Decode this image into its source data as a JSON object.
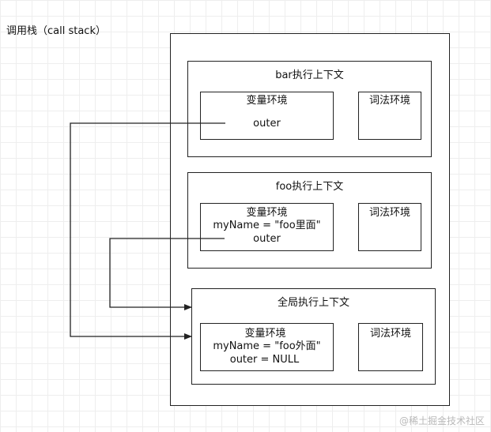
{
  "title": "调用栈（call stack）",
  "stack": {
    "bar_ctx": {
      "header": "bar执行上下文",
      "variable_env": {
        "title": "变量环境",
        "lines": [
          "outer"
        ]
      },
      "lexical_env": {
        "title": "词法环境"
      }
    },
    "foo_ctx": {
      "header": "foo执行上下文",
      "variable_env": {
        "title": "变量环境",
        "lines": [
          "myName = \"foo里面\"",
          "outer"
        ]
      },
      "lexical_env": {
        "title": "词法环境"
      }
    },
    "global_ctx": {
      "header": "全局执行上下文",
      "variable_env": {
        "title": "变量环境",
        "lines": [
          "myName = \"foo外面\"",
          "outer = NULL"
        ]
      },
      "lexical_env": {
        "title": "词法环境"
      }
    }
  },
  "watermark": "@稀土掘金技术社区",
  "colors": {
    "stroke": "#222222",
    "grid": "#eeeeee",
    "watermark": "#b9b9b9"
  }
}
